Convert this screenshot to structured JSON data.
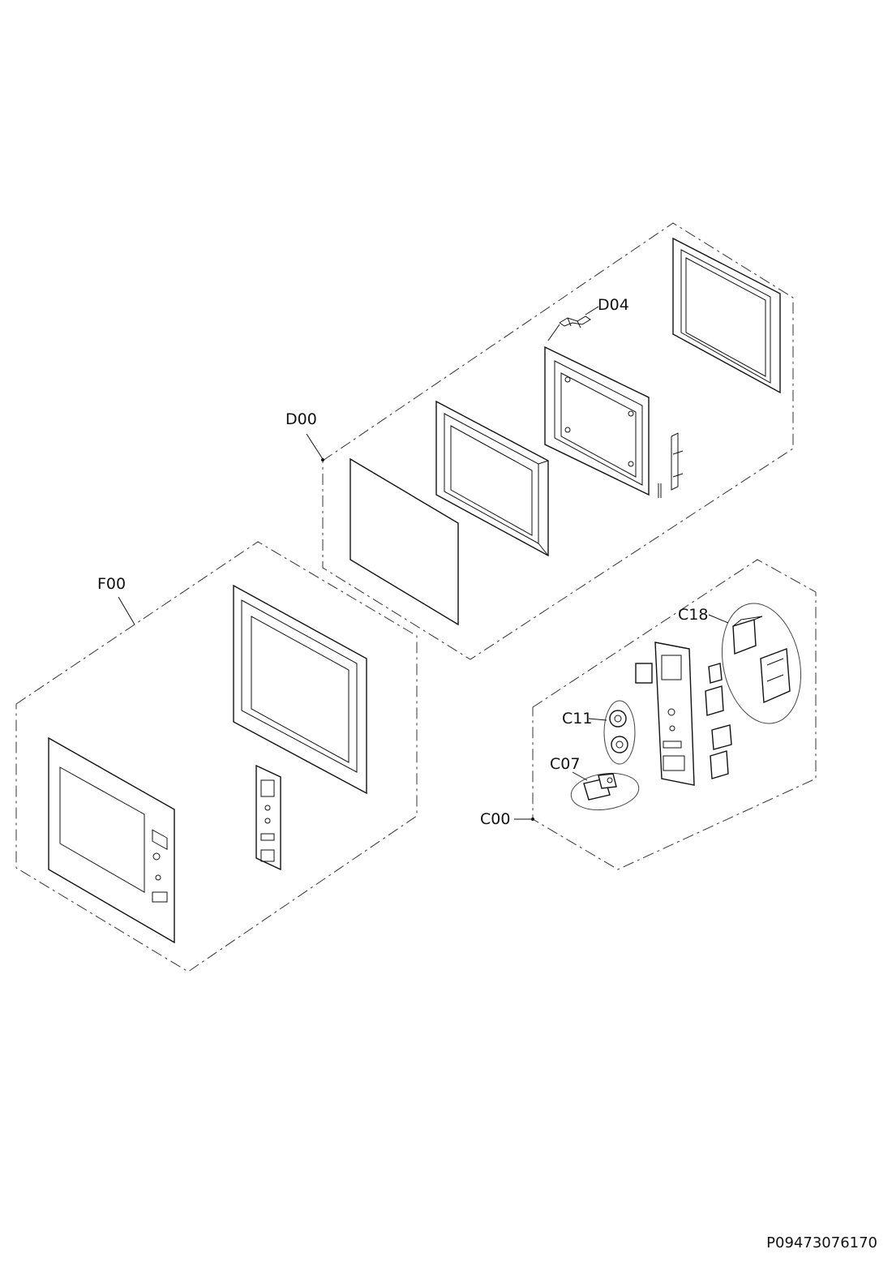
{
  "labels": {
    "d04": "D04",
    "d00": "D00",
    "f00": "F00",
    "c18": "C18",
    "c11": "C11",
    "c07": "C07",
    "c00": "C00"
  },
  "drawing_code": "P09473076170"
}
